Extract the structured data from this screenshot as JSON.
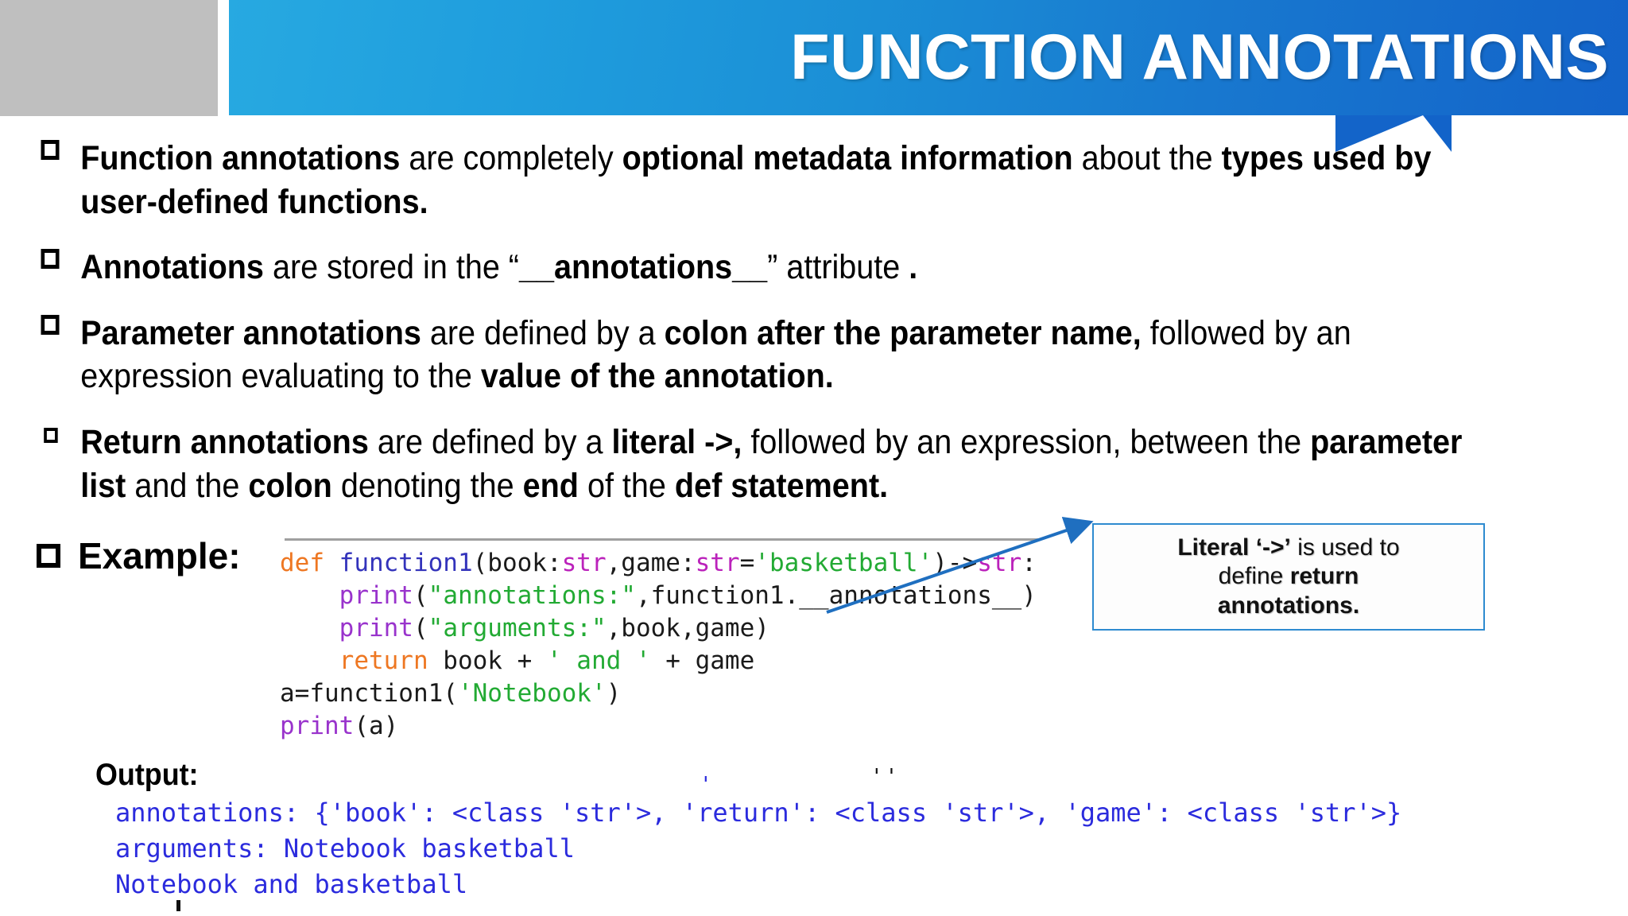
{
  "header": {
    "title": "FUNCTION ANNOTATIONS",
    "banner_gradient_from": "#27a9e1",
    "banner_gradient_to": "#1363c9",
    "gray_block_color": "#bfbfbf"
  },
  "bullets": [
    {
      "icon": "hollow-square-bullet",
      "segments": [
        {
          "text": "Function annotations",
          "bold": true
        },
        {
          "text": " are completely ",
          "bold": false
        },
        {
          "text": "optional metadata information",
          "bold": true
        },
        {
          "text": " about the ",
          "bold": false
        },
        {
          "text": "types used by user-defined functions.",
          "bold": true
        }
      ]
    },
    {
      "icon": "hollow-square-bullet",
      "segments": [
        {
          "text": "Annotations",
          "bold": true
        },
        {
          "text": " are stored in the “",
          "bold": false
        },
        {
          "text": "__annotations__",
          "bold": true
        },
        {
          "text": "” attribute ",
          "bold": false
        },
        {
          "text": ".",
          "bold": true
        }
      ]
    },
    {
      "icon": "hollow-square-bullet",
      "segments": [
        {
          "text": "Parameter annotations",
          "bold": true
        },
        {
          "text": " are defined by a ",
          "bold": false
        },
        {
          "text": "colon after the parameter name,",
          "bold": true
        },
        {
          "text": " followed by an expression evaluating to the ",
          "bold": false
        },
        {
          "text": "value of the annotation.",
          "bold": true
        }
      ]
    },
    {
      "icon": "hollow-square-bullet-small",
      "segments": [
        {
          "text": " Return annotations",
          "bold": true
        },
        {
          "text": " are defined by a ",
          "bold": false
        },
        {
          "text": "literal ->,",
          "bold": true
        },
        {
          "text": " followed by an expression, between the ",
          "bold": false
        },
        {
          "text": "parameter list",
          "bold": true
        },
        {
          "text": " and the ",
          "bold": false
        },
        {
          "text": "colon",
          "bold": true
        },
        {
          "text": " denoting the ",
          "bold": false
        },
        {
          "text": "end",
          "bold": true
        },
        {
          "text": " of the ",
          "bold": false
        },
        {
          "text": "def statement.",
          "bold": true
        }
      ]
    }
  ],
  "example": {
    "label": "Example:",
    "icon": "hollow-square-bullet"
  },
  "code": {
    "colors": {
      "keyword": "#ee7722",
      "function_name": "#3333bb",
      "type": "#bb22bb",
      "string": "#22aa33",
      "print": "#9933cc",
      "plain": "#1a1a1a"
    },
    "lines": [
      [
        {
          "t": "def ",
          "c": "kw"
        },
        {
          "t": "function1",
          "c": "fn"
        },
        {
          "t": "(book:",
          "c": "pl"
        },
        {
          "t": "str",
          "c": "ty"
        },
        {
          "t": ",game:",
          "c": "pl"
        },
        {
          "t": "str",
          "c": "ty"
        },
        {
          "t": "=",
          "c": "pl"
        },
        {
          "t": "'basketball'",
          "c": "st"
        },
        {
          "t": ")->",
          "c": "pl"
        },
        {
          "t": "str",
          "c": "ty"
        },
        {
          "t": ":",
          "c": "pl"
        }
      ],
      [
        {
          "t": "    ",
          "c": "pl"
        },
        {
          "t": "print",
          "c": "pf"
        },
        {
          "t": "(",
          "c": "pl"
        },
        {
          "t": "\"annotations:\"",
          "c": "st"
        },
        {
          "t": ",function1.__annotations__)",
          "c": "pl"
        }
      ],
      [
        {
          "t": "    ",
          "c": "pl"
        },
        {
          "t": "print",
          "c": "pf"
        },
        {
          "t": "(",
          "c": "pl"
        },
        {
          "t": "\"arguments:\"",
          "c": "st"
        },
        {
          "t": ",book,game)",
          "c": "pl"
        }
      ],
      [
        {
          "t": "    ",
          "c": "pl"
        },
        {
          "t": "return",
          "c": "kw"
        },
        {
          "t": " book + ",
          "c": "pl"
        },
        {
          "t": "' and '",
          "c": "st"
        },
        {
          "t": " + game",
          "c": "pl"
        }
      ],
      [
        {
          "t": "a=function1(",
          "c": "pl"
        },
        {
          "t": "'Notebook'",
          "c": "st"
        },
        {
          "t": ")",
          "c": "pl"
        }
      ],
      [
        {
          "t": "print",
          "c": "pf"
        },
        {
          "t": "(a)",
          "c": "pl"
        }
      ]
    ]
  },
  "callout": {
    "border_color": "#2e8bd0",
    "lines": [
      [
        {
          "text": "Literal ‘->’",
          "bold": true
        },
        {
          "text": " is used to",
          "bold": false
        }
      ],
      [
        {
          "text": "define ",
          "bold": false
        },
        {
          "text": "return",
          "bold": true
        }
      ],
      [
        {
          "text": "annotations.",
          "bold": true
        }
      ]
    ]
  },
  "output": {
    "label": "Output:",
    "text_color": "#2b2bdd",
    "lines": [
      "annotations: {'book': <class 'str'>, 'return': <class 'str'>, 'game': <class 'str'>}",
      "arguments: Notebook basketball",
      "Notebook and basketball"
    ],
    "stray_apostrophe": "'",
    "stray_marks": "''"
  }
}
